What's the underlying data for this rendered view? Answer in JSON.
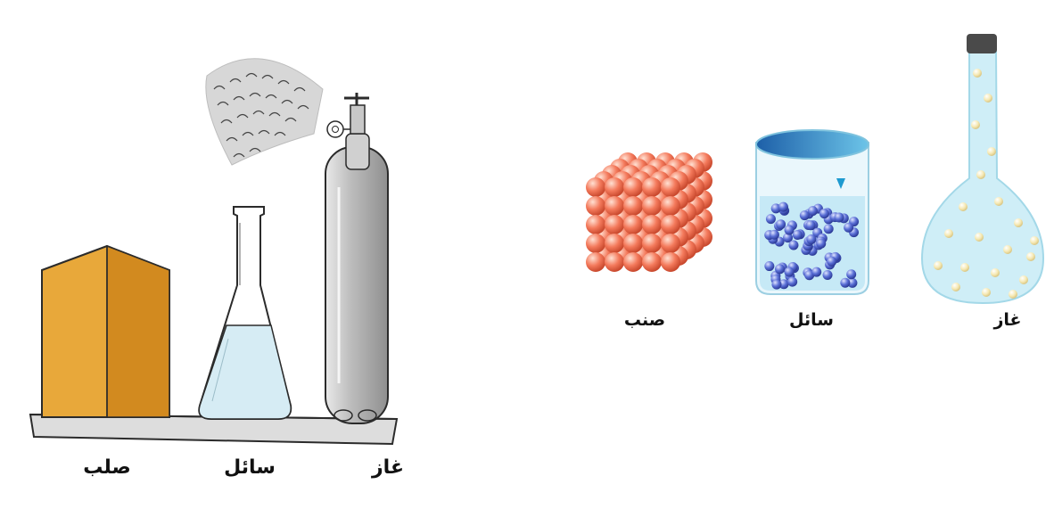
{
  "left_panel": {
    "labels": {
      "solid": "صلب",
      "liquid": "سائل",
      "gas": "غاز"
    },
    "colors": {
      "box_front": "#e8a83a",
      "box_side": "#d28a1f",
      "liquid": "#d6ecf4",
      "shelf": "#dddddd",
      "outline": "#2b2b2b"
    }
  },
  "right_panel": {
    "labels": {
      "solid": "صنب",
      "liquid": "سائل",
      "gas": "غاز"
    },
    "colors": {
      "solid_particles": "#f47a5c",
      "liquid_particles": "#5a6fd6",
      "gas_particles": "#f6e9b4",
      "flask_fill": "#cfeef7",
      "beaker_fill": "#8fd3ea"
    }
  },
  "icons": [
    "box-icon",
    "flask-icon",
    "gas-cylinder-icon",
    "gas-cloud-icon",
    "particle-cube-icon",
    "beaker-icon",
    "round-flask-icon"
  ]
}
